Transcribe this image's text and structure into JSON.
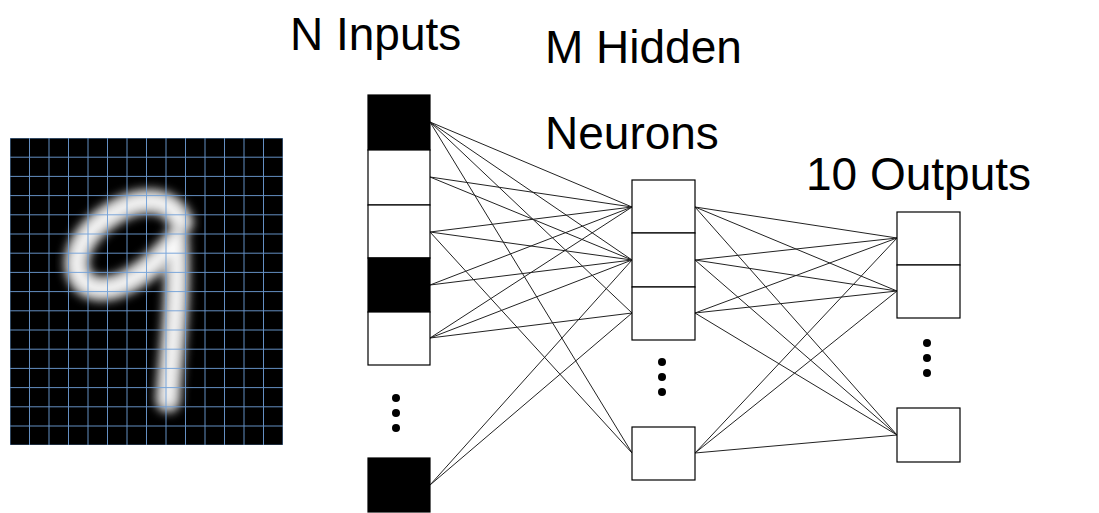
{
  "diagram": {
    "labels": [
      "N Inputs",
      "M Hidden Neurons",
      "10 Outputs"
    ]
  }
}
